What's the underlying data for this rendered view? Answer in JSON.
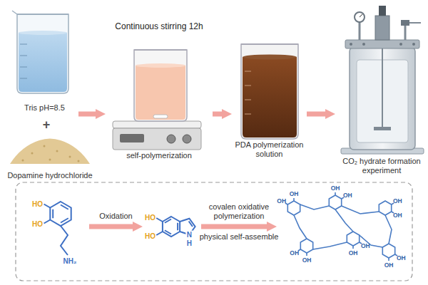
{
  "diagram": {
    "nodes": [
      {
        "text": [
          "Tris pH=8.5"
        ]
      },
      {
        "text": [
          "Dopamine hydrochloride"
        ]
      },
      {
        "text": [
          "Continuous stirring 12h",
          "self-polymerization"
        ]
      },
      {
        "text": [
          "PDA polymerization solution"
        ]
      },
      {
        "text": [
          "CO₂ hydrate formation experiment"
        ]
      },
      {
        "text": [
          "HO",
          "HO",
          "NH₂"
        ]
      },
      {
        "text": [
          "HO",
          "HO",
          "N",
          "H"
        ]
      },
      {
        "text": [
          "OH",
          "OH",
          "OH",
          "OH",
          "OH",
          "OH",
          "OH",
          "OH",
          "OH",
          "OH",
          "OH",
          "OH"
        ]
      }
    ],
    "edges": [
      {
        "from": 0,
        "to": 2,
        "arrow": "to"
      },
      {
        "from": 2,
        "to": 3,
        "arrow": "to"
      },
      {
        "from": 3,
        "to": 4,
        "arrow": "to"
      },
      {
        "from": 5,
        "to": 6,
        "label": "Oxidation",
        "arrow": "to"
      },
      {
        "from": 6,
        "to": 7,
        "label": "covalen oxidative polymerization",
        "arrow": "to"
      }
    ],
    "labels": [
      "+",
      "physical self-assemble"
    ]
  }
}
